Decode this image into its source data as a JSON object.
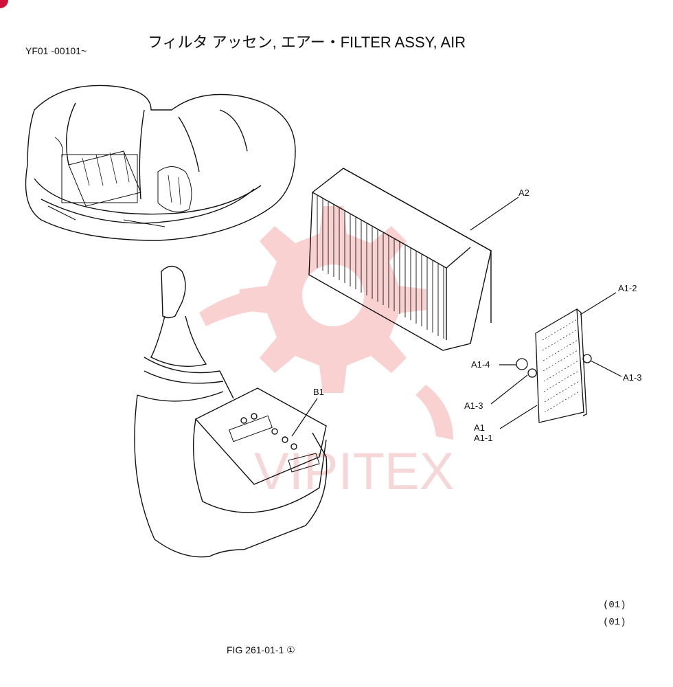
{
  "header": {
    "title": "フィルタ アッセン, エアー・FILTER ASSY, AIR",
    "serial_range": "YF01 -00101~"
  },
  "callouts": {
    "a2": "A2",
    "a1_2": "A1-2",
    "a1_4": "A1-4",
    "a1_3_left": "A1-3",
    "a1_3_right": "A1-3",
    "a1": "A1",
    "a1_1": "A1-1",
    "b1": "B1"
  },
  "revision_codes": [
    "(01)",
    "(01)"
  ],
  "figure_number": "FIG 261-01-1 ①",
  "watermark": {
    "text": "VIPITEX",
    "color": "#f4a9a9",
    "icon": "gear-icon"
  },
  "badge": {
    "color": "#d0103a"
  }
}
